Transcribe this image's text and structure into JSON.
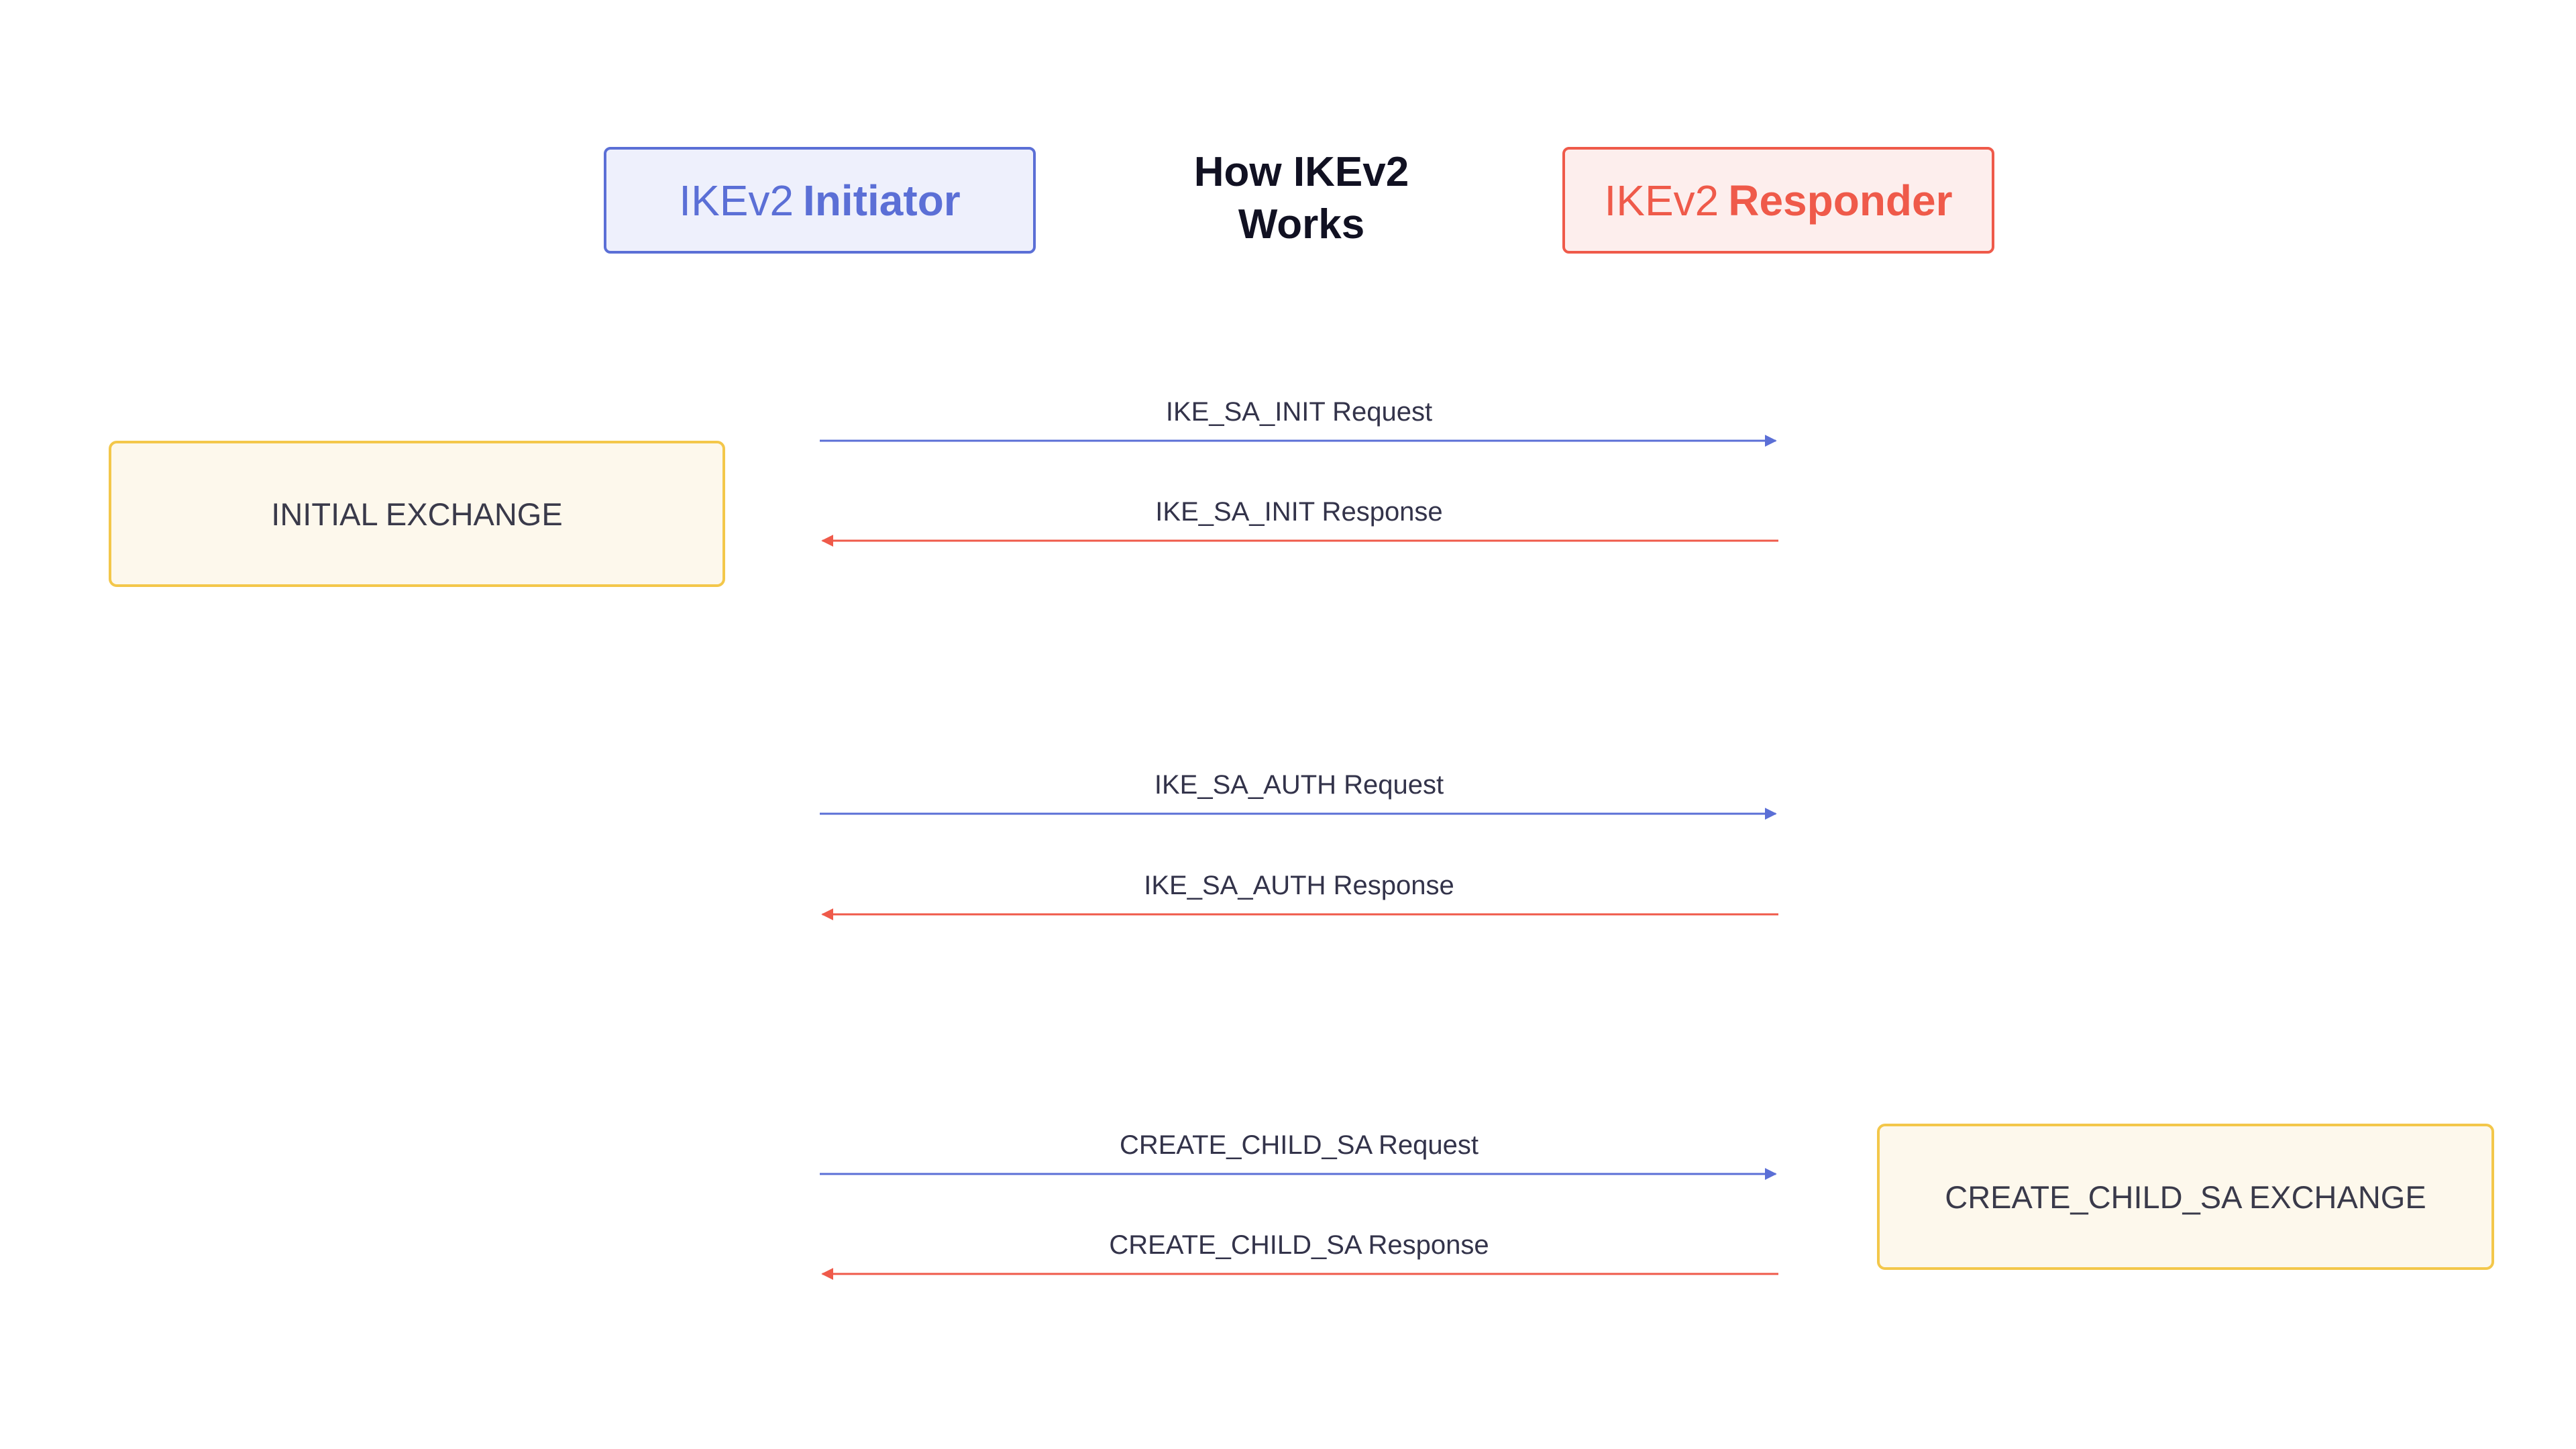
{
  "title": {
    "line1": "How IKEv2",
    "line2": "Works"
  },
  "actors": {
    "initiator": {
      "prefix": "IKEv2",
      "name": "Initiator",
      "color": "#5b6fd6"
    },
    "responder": {
      "prefix": "IKEv2",
      "name": "Responder",
      "color": "#ef5a4a"
    }
  },
  "phases": {
    "initial": "INITIAL EXCHANGE",
    "child": "CREATE_CHILD_SA EXCHANGE"
  },
  "messages": [
    {
      "label": "IKE_SA_INIT Request",
      "direction": "to-responder"
    },
    {
      "label": "IKE_SA_INIT Response",
      "direction": "to-initiator"
    },
    {
      "label": "IKE_SA_AUTH Request",
      "direction": "to-responder"
    },
    {
      "label": "IKE_SA_AUTH Response",
      "direction": "to-initiator"
    },
    {
      "label": "CREATE_CHILD_SA Request",
      "direction": "to-responder"
    },
    {
      "label": "CREATE_CHILD_SA Response",
      "direction": "to-initiator"
    }
  ]
}
